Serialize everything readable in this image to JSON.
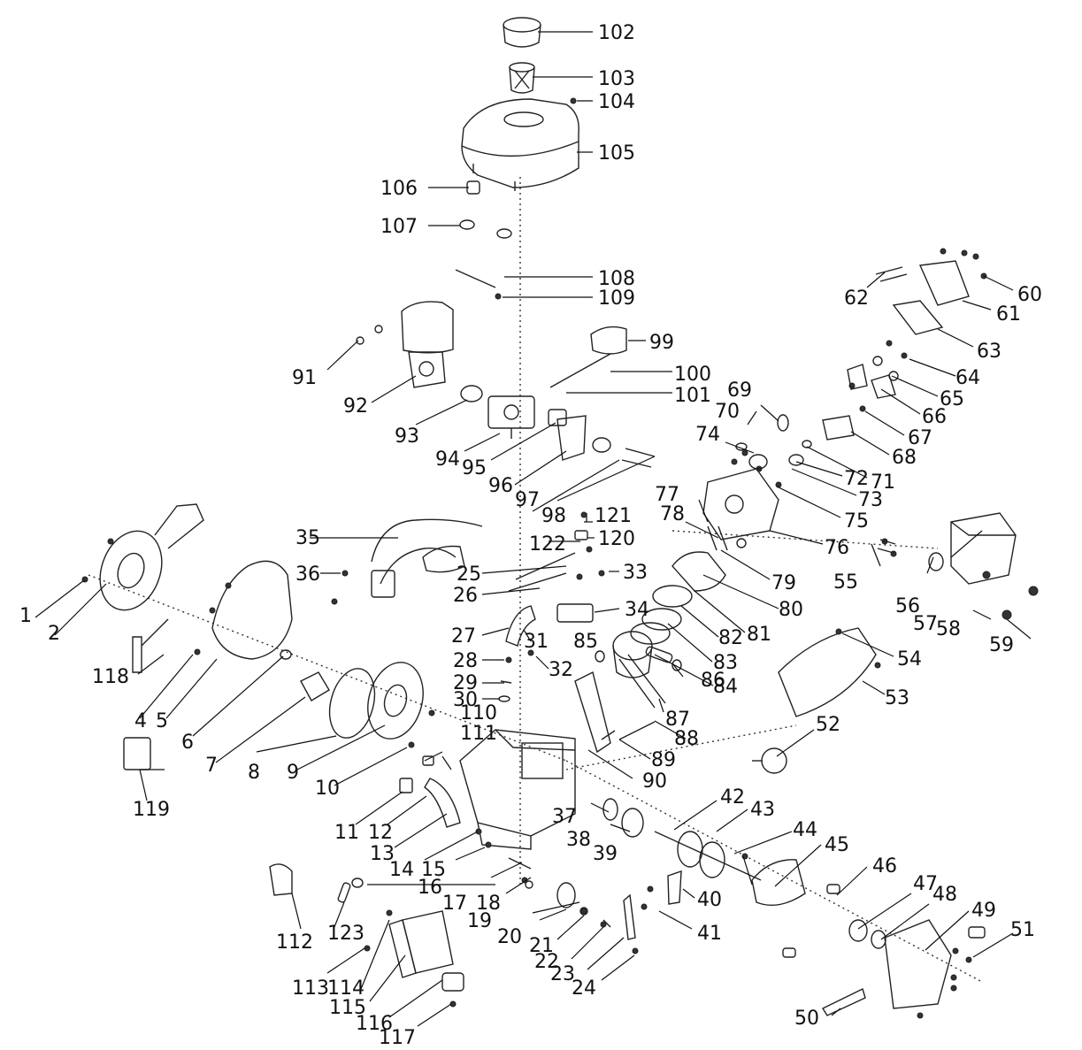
{
  "diagram": {
    "labels": [
      "1",
      "2",
      "4",
      "5",
      "6",
      "7",
      "8",
      "9",
      "10",
      "11",
      "12",
      "13",
      "14",
      "15",
      "16",
      "17",
      "18",
      "19",
      "20",
      "21",
      "22",
      "23",
      "24",
      "25",
      "26",
      "27",
      "28",
      "29",
      "30",
      "31",
      "32",
      "33",
      "34",
      "35",
      "36",
      "37",
      "38",
      "39",
      "40",
      "41",
      "42",
      "43",
      "44",
      "45",
      "46",
      "47",
      "48",
      "49",
      "50",
      "51",
      "52",
      "53",
      "54",
      "55",
      "56",
      "57",
      "58",
      "59",
      "60",
      "61",
      "62",
      "63",
      "64",
      "65",
      "66",
      "67",
      "68",
      "69",
      "70",
      "71",
      "72",
      "73",
      "74",
      "75",
      "76",
      "77",
      "78",
      "79",
      "80",
      "81",
      "82",
      "83",
      "84",
      "85",
      "86",
      "87",
      "88",
      "89",
      "90",
      "91",
      "92",
      "93",
      "94",
      "95",
      "96",
      "97",
      "98",
      "99",
      "100",
      "101",
      "102",
      "103",
      "104",
      "105",
      "106",
      "107",
      "108",
      "109",
      "110",
      "111",
      "112",
      "113",
      "114",
      "115",
      "116",
      "117",
      "118",
      "119",
      "120",
      "121",
      "122",
      "123"
    ]
  }
}
